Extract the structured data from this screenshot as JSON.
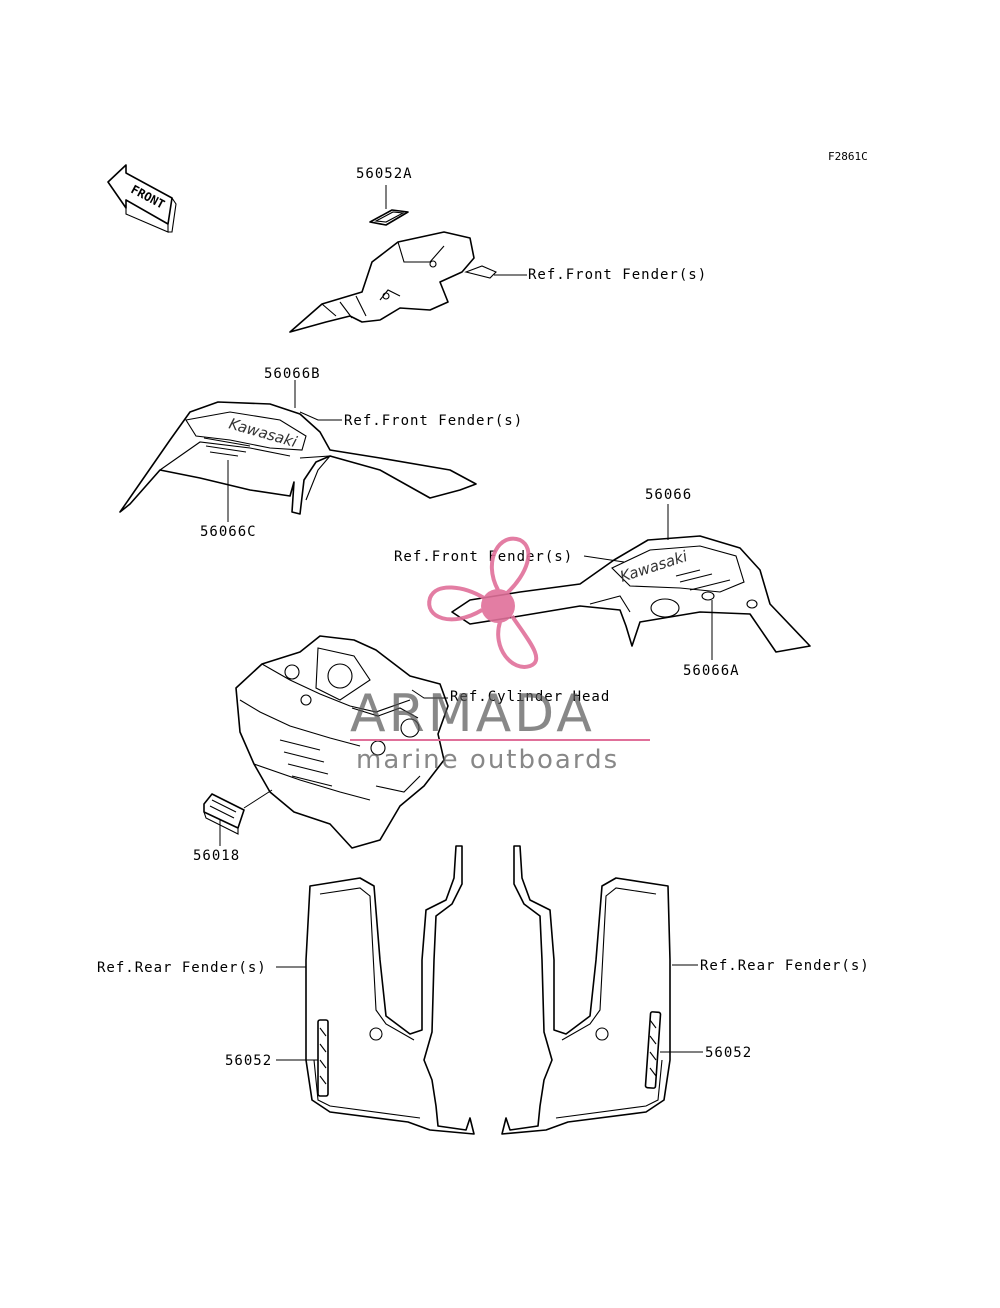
{
  "figure_code": "F2861C",
  "front_arrow_label": "FRONT",
  "labels": {
    "p56052A": "56052A",
    "ref_front_fender_1": "Ref.Front Fender(s)",
    "p56066B": "56066B",
    "ref_front_fender_2": "Ref.Front Fender(s)",
    "p56066C": "56066C",
    "p56066": "56066",
    "ref_front_fender_3": "Ref.Front Fender(s)",
    "p56066A": "56066A",
    "ref_cylinder_head": "Ref.Cylinder Head",
    "p56018": "56018",
    "ref_rear_fender_left": "Ref.Rear Fender(s)",
    "ref_rear_fender_right": "Ref.Rear Fender(s)",
    "p56052_left": "56052",
    "p56052_right": "56052"
  },
  "decal_text": {
    "brand_left": "Kawasaki",
    "brand_right": "Kawasaki"
  },
  "watermark": {
    "brand": "ARMADA",
    "tagline": "marine outboards",
    "logo_color": "#e0709a"
  }
}
